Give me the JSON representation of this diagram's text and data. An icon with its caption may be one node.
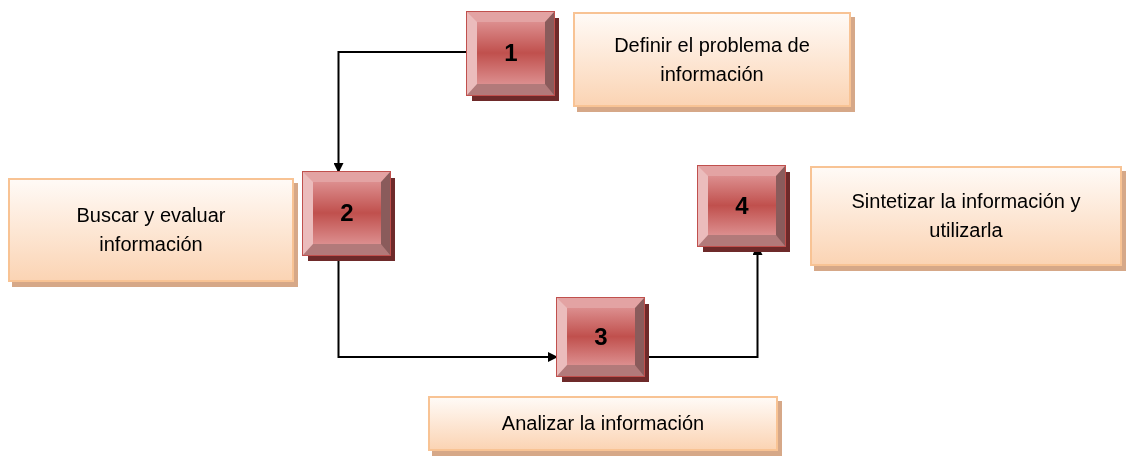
{
  "diagram": {
    "nodes": [
      {
        "text": [
          "1"
        ]
      },
      {
        "text": [
          "Definir el problema de información"
        ]
      },
      {
        "text": [
          "Buscar y evaluar información"
        ]
      },
      {
        "text": [
          "2"
        ]
      },
      {
        "text": [
          "4"
        ]
      },
      {
        "text": [
          "Sintetizar la información y utilizarla"
        ]
      },
      {
        "text": [
          "3"
        ]
      },
      {
        "text": [
          "Analizar la información"
        ]
      }
    ],
    "edges": [
      {
        "from": 0,
        "to": 3,
        "arrow": "to"
      },
      {
        "from": 3,
        "to": 6,
        "arrow": "to"
      },
      {
        "from": 6,
        "to": 4,
        "arrow": "to"
      }
    ]
  }
}
